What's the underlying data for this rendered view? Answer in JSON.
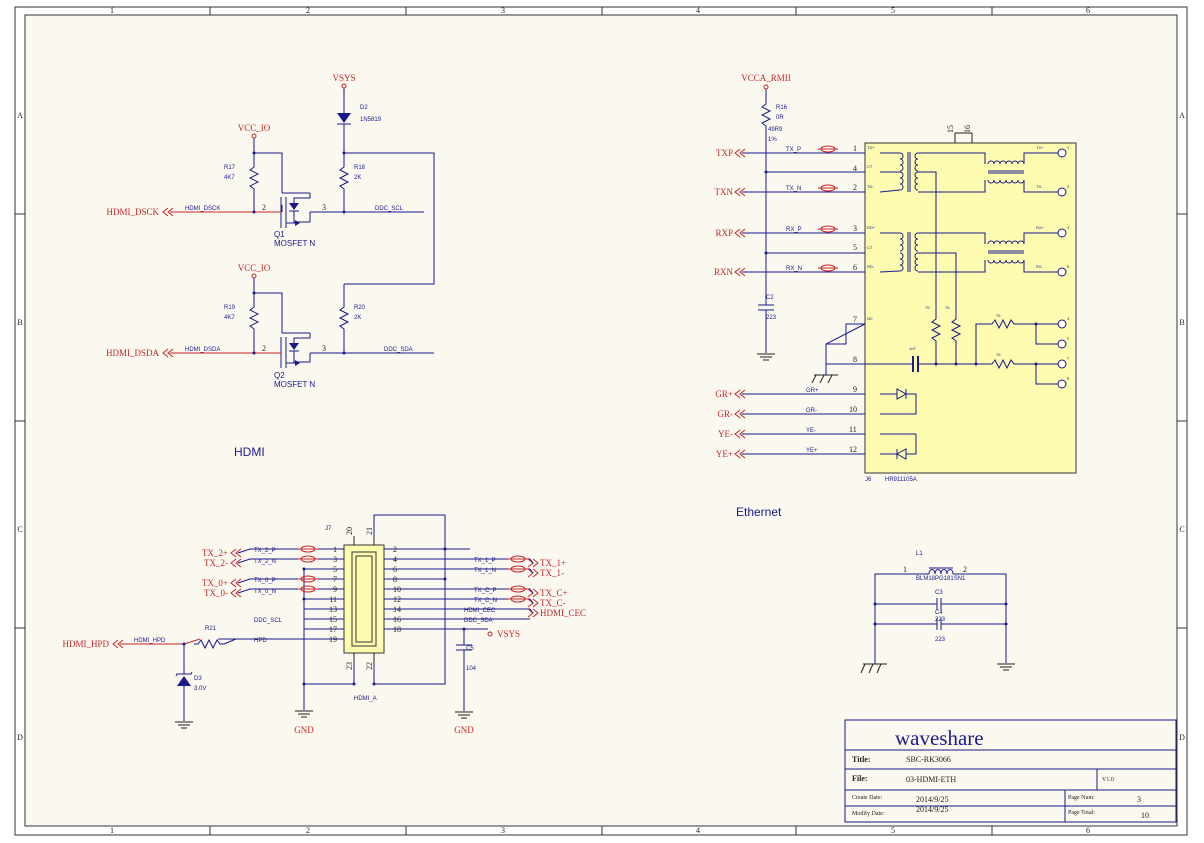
{
  "frame": {
    "cols": [
      "1",
      "2",
      "3",
      "4",
      "5",
      "6"
    ],
    "rows": [
      "A",
      "B",
      "C",
      "D"
    ]
  },
  "hdmi_level_shift": {
    "section_label": "HDMI",
    "vsys": "VSYS",
    "d2": {
      "ref": "D2",
      "value": "1N5819"
    },
    "vcc_io_1": "VCC_IO",
    "vcc_io_2": "VCC_IO",
    "r17": {
      "ref": "R17",
      "value": "4K7"
    },
    "r18": {
      "ref": "R18",
      "value": "2K"
    },
    "r19": {
      "ref": "R19",
      "value": "4K7"
    },
    "r20": {
      "ref": "R20",
      "value": "2K"
    },
    "q1": {
      "ref": "Q1",
      "value": "MOSFET N",
      "pin_g": "2",
      "pin_d": "3"
    },
    "q2": {
      "ref": "Q2",
      "value": "MOSFET N",
      "pin_g": "2",
      "pin_d": "3"
    },
    "port_dsck": "HDMI_DSCK",
    "port_dsda": "HDMI_DSDA",
    "net_dsck": "HDMI_DSCK",
    "net_dsda": "HDMI_DSDA",
    "net_ddc_scl": "DDC_SCL",
    "net_ddc_sda": "DDC_SDA"
  },
  "ethernet": {
    "section_label": "Ethernet",
    "vcca": "VCCA_RMII",
    "r16": {
      "ref": "R16",
      "value": "0R",
      "extra1": "49R9",
      "extra2": "1%"
    },
    "c2": {
      "ref": "C2",
      "value": "223"
    },
    "ports": [
      "TXP",
      "TXN",
      "RXP",
      "RXN",
      "GR+",
      "GR-",
      "YE-",
      "YE+"
    ],
    "nets": [
      "TX_P",
      "TX_N",
      "RX_P",
      "RX_N",
      "GR+",
      "GR-",
      "YE-",
      "YE+"
    ],
    "pins": [
      "1",
      "4",
      "2",
      "3",
      "5",
      "6",
      "7",
      "8",
      "9",
      "10",
      "11",
      "12"
    ],
    "top_pins": [
      "15",
      "16"
    ],
    "right_pins": [
      "1",
      "2",
      "3",
      "6",
      "4",
      "5",
      "7",
      "8"
    ],
    "inner": {
      "td_plus": "TD+",
      "ct1": "CT",
      "td_minus": "TD-",
      "rd_plus": "RD+",
      "ct2": "CT",
      "rd_minus": "RD-",
      "nc": "NC",
      "tx_plus": "TX+",
      "tx_minus": "TX-",
      "rx_plus": "RX+",
      "rx_minus": "RX-",
      "r75a": "75",
      "r75b": "75",
      "r75c": "75",
      "r75d": "75",
      "cap": "1nF"
    },
    "j6": {
      "ref": "J6",
      "value": "HR911105A"
    }
  },
  "hdmi_connector": {
    "j7": "J7",
    "name": "HDMI_A",
    "top_pins": [
      "20",
      "21"
    ],
    "bottom_pins": [
      "23",
      "22"
    ],
    "left_pins": [
      "1",
      "3",
      "5",
      "7",
      "9",
      "11",
      "13",
      "15",
      "17",
      "19"
    ],
    "right_pins": [
      "2",
      "4",
      "6",
      "8",
      "10",
      "12",
      "14",
      "16",
      "18"
    ],
    "left_ports": [
      "TX_2+",
      "TX_2-",
      "TX_0+",
      "TX_0-"
    ],
    "left_nets": [
      "TX_2_P",
      "TX_2_N",
      "TX_0_P",
      "TX_0_N"
    ],
    "right_ports": [
      "TX_1+",
      "TX_1-",
      "TX_C+",
      "TX_C-",
      "HDMI_CEC"
    ],
    "right_nets": [
      "TX_1_P",
      "TX_1_N",
      "TX_C_P",
      "TX_C_N",
      "HDMI_CEC",
      "DDC_SDA"
    ],
    "ddc_scl": "DDC_SCL",
    "vsys": "VSYS",
    "hpd_port": "HDMI_HPD",
    "hpd_net": "HDMI_HPD",
    "hpd": "HPD",
    "r21": "R21",
    "d3": {
      "ref": "D3",
      "value": "3.0V"
    },
    "c5": {
      "ref": "C5",
      "value": "104"
    },
    "gnd1": "GND",
    "gnd2": "GND"
  },
  "ferrite": {
    "l1": "L1",
    "l1_value": "BLM18PG181SN1",
    "pin1": "1",
    "pin2": "2",
    "c3": "C3",
    "c4": "C4",
    "c3_value": "223",
    "c4_value": "223"
  },
  "title_block": {
    "company": "waveshare",
    "title_label": "Title:",
    "title": "SBC-RK3066",
    "file_label": "File:",
    "file": "03-HDMI-ETH",
    "version": "V1.0",
    "create_label": "Create Date:",
    "create_date": "2014/9/25",
    "modify_label": "Modify Date:",
    "modify_date": "2014/9/25",
    "page_num_label": "Page Num:",
    "page_num": "3",
    "page_total_label": "Page Total:",
    "page_total": "10"
  }
}
